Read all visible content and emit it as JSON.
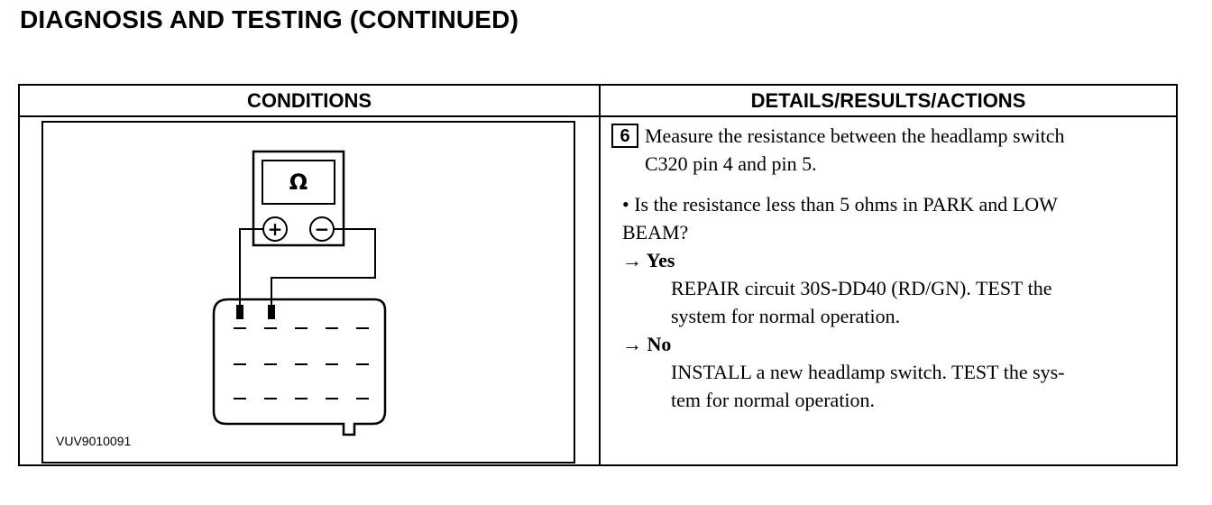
{
  "page": {
    "title": "DIAGNOSIS AND TESTING (CONTINUED)"
  },
  "table": {
    "headers": {
      "conditions": "CONDITIONS",
      "details": "DETAILS/RESULTS/ACTIONS"
    }
  },
  "figure": {
    "id": "VUV9010091",
    "meter_symbol": "Ω",
    "positive_symbol": "+",
    "negative_symbol": "−"
  },
  "step": {
    "number": "6",
    "instruction_line1": "Measure the resistance between the headlamp switch",
    "instruction_line2": "C320 pin 4 and pin 5.",
    "question_line1": "• Is the resistance less than 5 ohms in PARK and LOW",
    "question_line2": "BEAM?",
    "yes_label": "→ Yes",
    "yes_action_line1": "REPAIR circuit 30S-DD40 (RD/GN). TEST the",
    "yes_action_line2": "system for normal operation.",
    "no_label": "→ No",
    "no_action_line1": "INSTALL a new headlamp switch. TEST the sys-",
    "no_action_line2": "tem for normal operation."
  }
}
